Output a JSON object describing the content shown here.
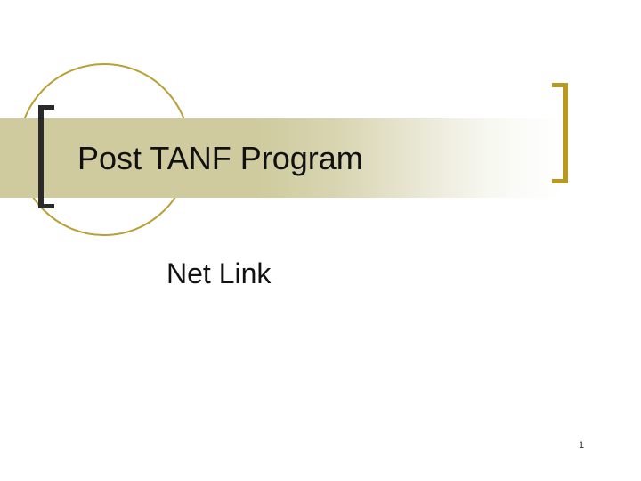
{
  "slide": {
    "title": "Post TANF Program",
    "subtitle": "Net Link",
    "page_number": "1"
  },
  "theme": {
    "accent_gold": "#b89a22",
    "band_color": "#cfcb9e",
    "bracket_dark": "#2a2a2a",
    "text_color": "#111111"
  }
}
